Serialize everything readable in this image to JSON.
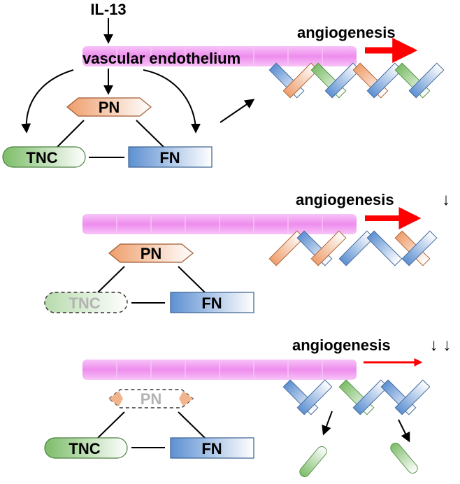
{
  "panel1": {
    "stimulus": "IL-13",
    "membrane_label": "vascular endothelium",
    "process_label": "angiogenesis",
    "process_change": "",
    "nodes": {
      "pn": "PN",
      "tnc": "TNC",
      "fn": "FN"
    }
  },
  "panel2": {
    "process_label": "angiogenesis",
    "process_change": "↓",
    "nodes": {
      "pn": "PN",
      "tnc": "TNC",
      "fn": "FN"
    },
    "absent": [
      "TNC"
    ]
  },
  "panel3": {
    "process_label": "angiogenesis",
    "process_change": "↓ ↓",
    "nodes": {
      "pn": "PN",
      "tnc": "TNC",
      "fn": "FN"
    },
    "absent": [
      "PN"
    ]
  },
  "colors": {
    "membrane": "#f09cf0",
    "pn": "#f2b48c",
    "tnc": "#8cc878",
    "fn": "#6b9ad6",
    "arrow_red": "#ff0000",
    "absent_text": "#b3b3b3"
  },
  "icons": [
    "down-arrow-icon",
    "right-arrow-icon",
    "curved-arrow-icon"
  ]
}
